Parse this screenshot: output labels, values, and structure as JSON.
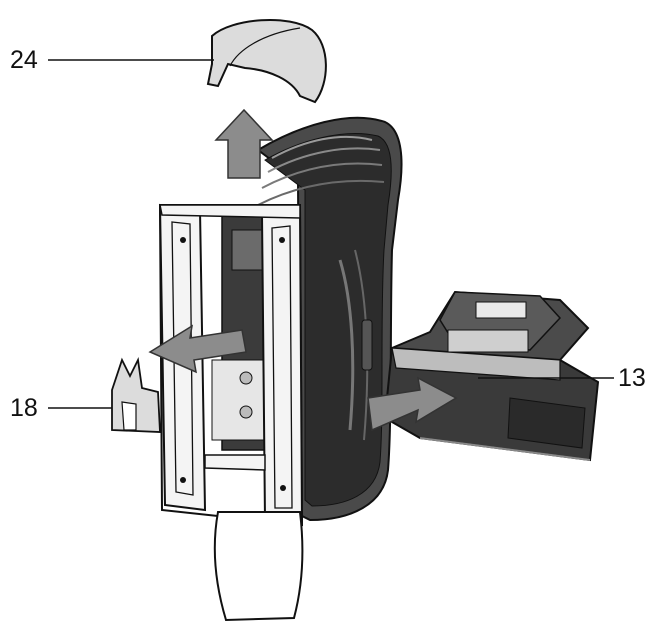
{
  "callouts": [
    {
      "id": "cap",
      "label": "24"
    },
    {
      "id": "battery",
      "label": "13"
    },
    {
      "id": "insert",
      "label": "18"
    }
  ],
  "colors": {
    "line": "#1a1a1a",
    "arrow_fill": "#8c8c8c",
    "part_fill": "#d6d6d6",
    "body_dark": "#2a2a2a",
    "body_mid": "#595959",
    "frame_fill": "#f2f2f2",
    "battery_fill": "#3a3a3a"
  },
  "arrows": [
    {
      "name": "up-arrow",
      "direction": "up"
    },
    {
      "name": "left-arrow",
      "direction": "left"
    },
    {
      "name": "right-arrow",
      "direction": "right"
    }
  ]
}
